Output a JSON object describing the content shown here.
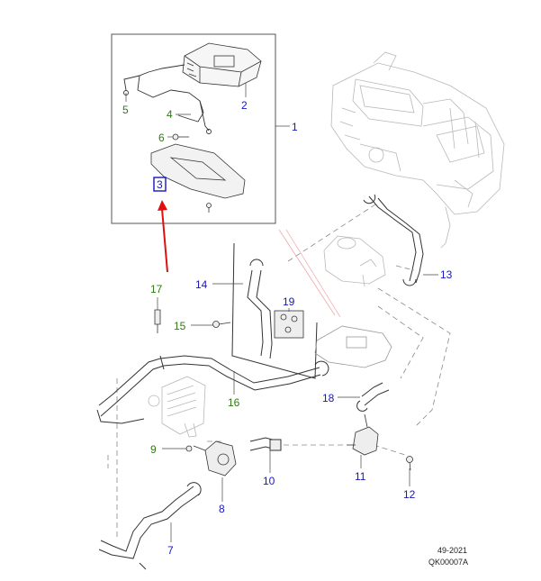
{
  "colors": {
    "blue_callout": "#1515c8",
    "green_callout": "#2f7a12",
    "arrow": "#e01010",
    "part_stroke": "#333333",
    "ghost_stroke": "#b8b8b8",
    "dashed_line": "#888888"
  },
  "callouts": [
    {
      "id": "1",
      "label": "1",
      "color": "blue"
    },
    {
      "id": "2",
      "label": "2",
      "color": "blue"
    },
    {
      "id": "3",
      "label": "3",
      "color": "blue",
      "highlighted": true
    },
    {
      "id": "4",
      "label": "4",
      "color": "green"
    },
    {
      "id": "5",
      "label": "5",
      "color": "green"
    },
    {
      "id": "6",
      "label": "6",
      "color": "green"
    },
    {
      "id": "7",
      "label": "7",
      "color": "blue"
    },
    {
      "id": "8",
      "label": "8",
      "color": "blue"
    },
    {
      "id": "9",
      "label": "9",
      "color": "green"
    },
    {
      "id": "10",
      "label": "10",
      "color": "blue"
    },
    {
      "id": "11",
      "label": "11",
      "color": "blue"
    },
    {
      "id": "12",
      "label": "12",
      "color": "blue"
    },
    {
      "id": "13",
      "label": "13",
      "color": "blue"
    },
    {
      "id": "14",
      "label": "14",
      "color": "blue"
    },
    {
      "id": "15",
      "label": "15",
      "color": "green"
    },
    {
      "id": "16",
      "label": "16",
      "color": "green"
    },
    {
      "id": "17",
      "label": "17",
      "color": "green"
    },
    {
      "id": "18",
      "label": "18",
      "color": "blue"
    },
    {
      "id": "19",
      "label": "19",
      "color": "blue"
    }
  ],
  "footer": {
    "date": "49-2021",
    "code": "QK00007A"
  }
}
